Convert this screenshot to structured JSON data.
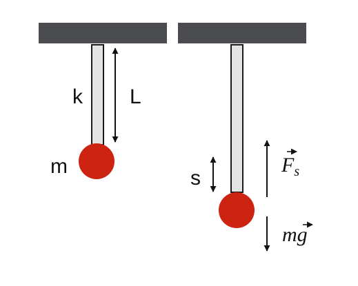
{
  "labels": {
    "spring_constant": "k",
    "length": "L",
    "mass": "m",
    "stretch": "s",
    "force_symbol": "F",
    "force_subscript": "s",
    "weight_mass": "m",
    "weight_gravity": "g"
  },
  "colors": {
    "ceiling": "#4a4c50",
    "rod_fill": "#e4e4e4",
    "rod_stroke": "#1a1a1a",
    "mass": "#cc2410",
    "arrow": "#111111"
  }
}
